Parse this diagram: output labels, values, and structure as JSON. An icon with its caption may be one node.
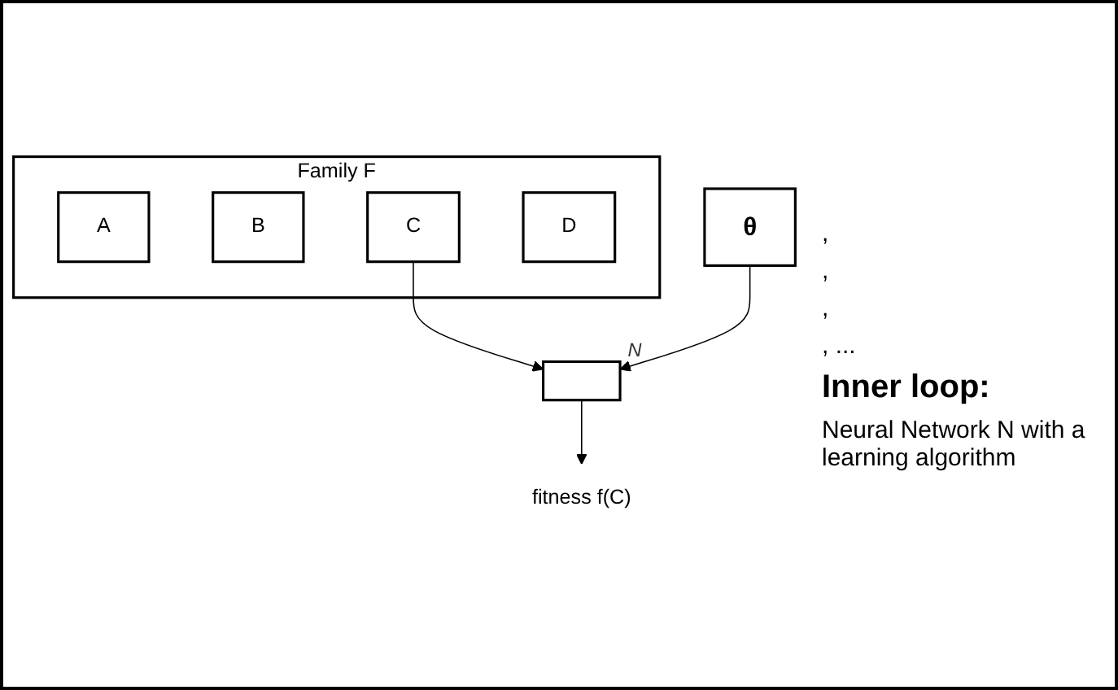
{
  "diagram": {
    "nodes": [
      {
        "text": [
          "Family F"
        ]
      },
      {
        "text": [
          "A"
        ],
        "in": 0
      },
      {
        "text": [
          "B"
        ],
        "in": 0
      },
      {
        "text": [
          "C"
        ],
        "in": 0
      },
      {
        "text": [
          "D"
        ],
        "in": 0
      },
      {
        "text": [
          "θ"
        ]
      },
      {
        "text": [],
        "shape": "box",
        "beside": [
          "N"
        ]
      },
      {
        "text": [
          "fitness f(C)"
        ]
      }
    ],
    "edges": [
      {
        "from": 3,
        "to": 6,
        "arrow": "to"
      },
      {
        "from": 5,
        "to": 6,
        "arrow": "to"
      },
      {
        "from": 6,
        "to": 7,
        "arrow": "to"
      }
    ],
    "labels": [
      ",",
      ",",
      ",",
      ", ...",
      "Inner loop:",
      "Neural Network N with a learning algorithm"
    ]
  }
}
